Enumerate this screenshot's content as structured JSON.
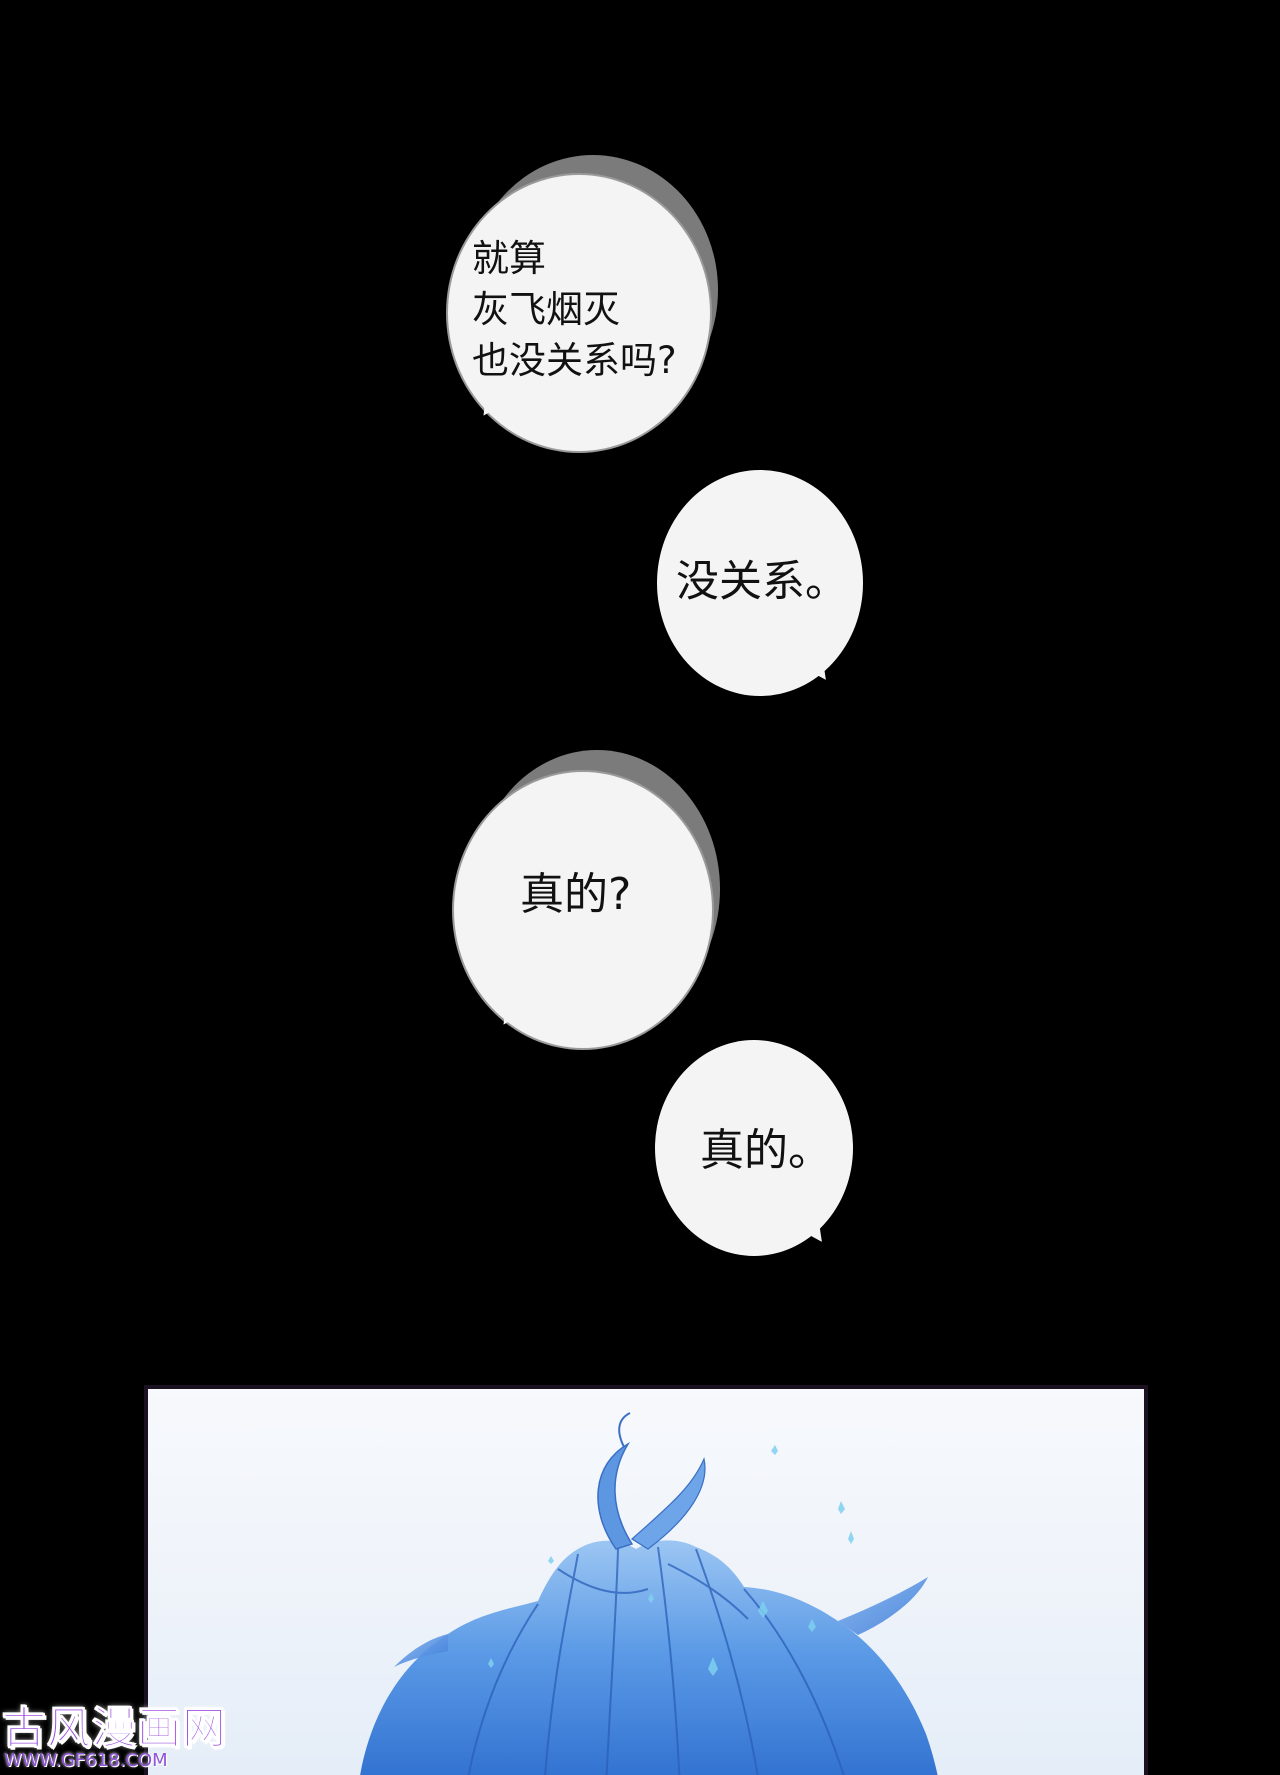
{
  "bubbles": [
    {
      "lines": [
        "就算",
        "灰飞烟灭",
        "也没关系吗?"
      ]
    },
    {
      "lines": [
        "没关系。"
      ]
    },
    {
      "lines": [
        "真的?"
      ]
    },
    {
      "lines": [
        "真的。"
      ]
    }
  ],
  "watermark": {
    "title": "古风漫画网",
    "url": "WWW.GF618.COM"
  },
  "colors": {
    "background": "#000000",
    "bubble_fill": "#f4f4f4",
    "bubble_shadow": "#7b7b7b",
    "hair_blue": "#4f8fe0",
    "watermark_purple": "#9b4de0"
  }
}
